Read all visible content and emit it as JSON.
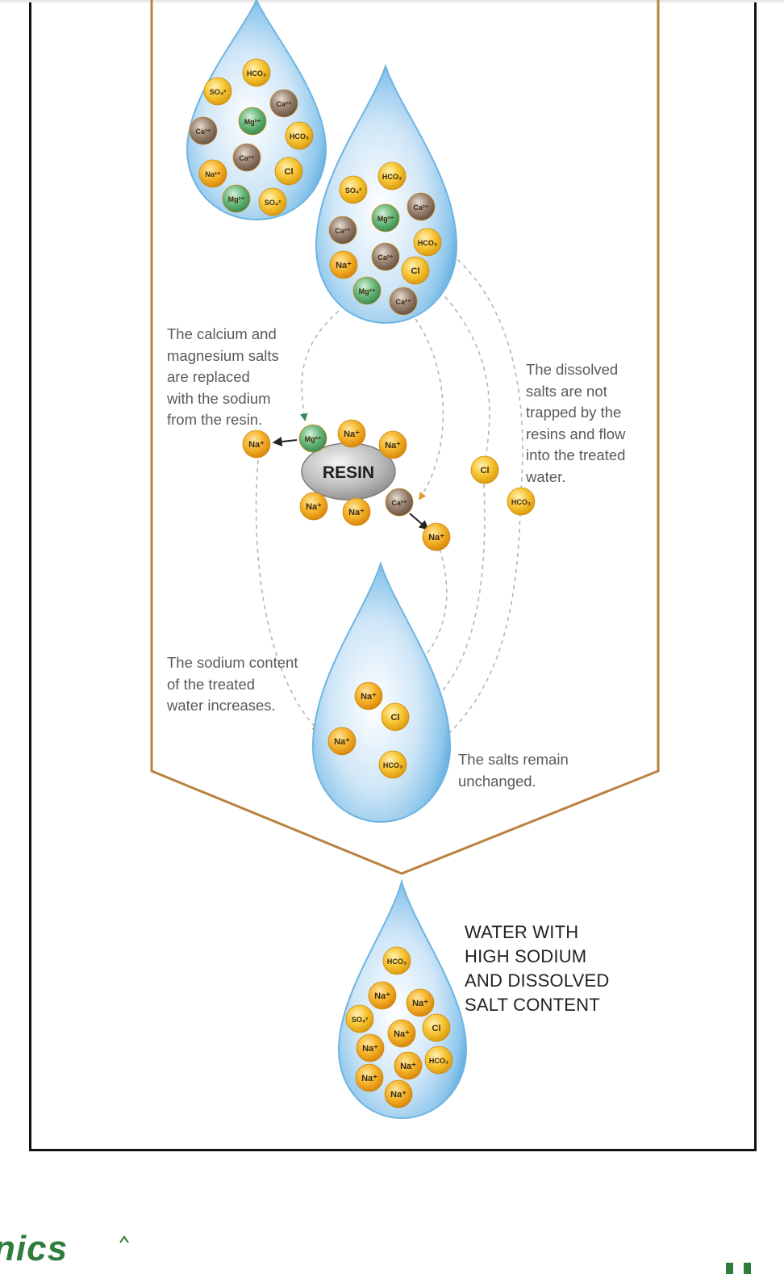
{
  "captions": {
    "replaced": "The calcium and\nmagnesium salts\nare replaced\nwith the sodium\nfrom the resin.",
    "not_trapped": "The dissolved\nsalts are not\ntrapped by the\nresins and flow\ninto the treated\nwater.",
    "sodium_increase": "The sodium content\nof the treated\nwater increases.",
    "unchanged": "The salts remain\nunchanged."
  },
  "title": "WATER WITH\nHIGH SODIUM\nAND DISSOLVED\nSALT CONTENT",
  "resin_label": "RESIN",
  "logo_text": "nics",
  "colors": {
    "frame_border": "#b8823f",
    "sodium_ion": "#f2a91e",
    "magnesium_ion": "#56a86a",
    "calcium_ion": "#8b7565",
    "salt_ion": "#f5b822",
    "water_drop": "#8fc7ec",
    "logo": "#2f7d3c"
  },
  "ions": {
    "na": "Na⁺",
    "na2": "Na²⁺",
    "mg": "Mg²⁺",
    "ca": "Ca²⁺",
    "cl": "Cl",
    "hco": "HCO₃",
    "so4": "SO₄²"
  },
  "drops": {
    "drop1": [
      "hco",
      "so4",
      "ca",
      "mg",
      "ca",
      "hco",
      "ca",
      "cl",
      "na2",
      "mg",
      "so4"
    ],
    "drop2": [
      "hco",
      "so4",
      "ca",
      "mg",
      "ca",
      "hco",
      "na",
      "ca",
      "cl",
      "mg",
      "ca"
    ],
    "drop3": [
      "na",
      "cl",
      "na",
      "hco"
    ],
    "drop4": [
      "hco",
      "na",
      "na",
      "so4",
      "na",
      "cl",
      "na",
      "na",
      "hco",
      "na",
      "na"
    ]
  },
  "resin_ions": [
    "na",
    "mg",
    "na",
    "na",
    "na",
    "na",
    "ca",
    "na"
  ],
  "free_ions": [
    "cl",
    "hco"
  ]
}
